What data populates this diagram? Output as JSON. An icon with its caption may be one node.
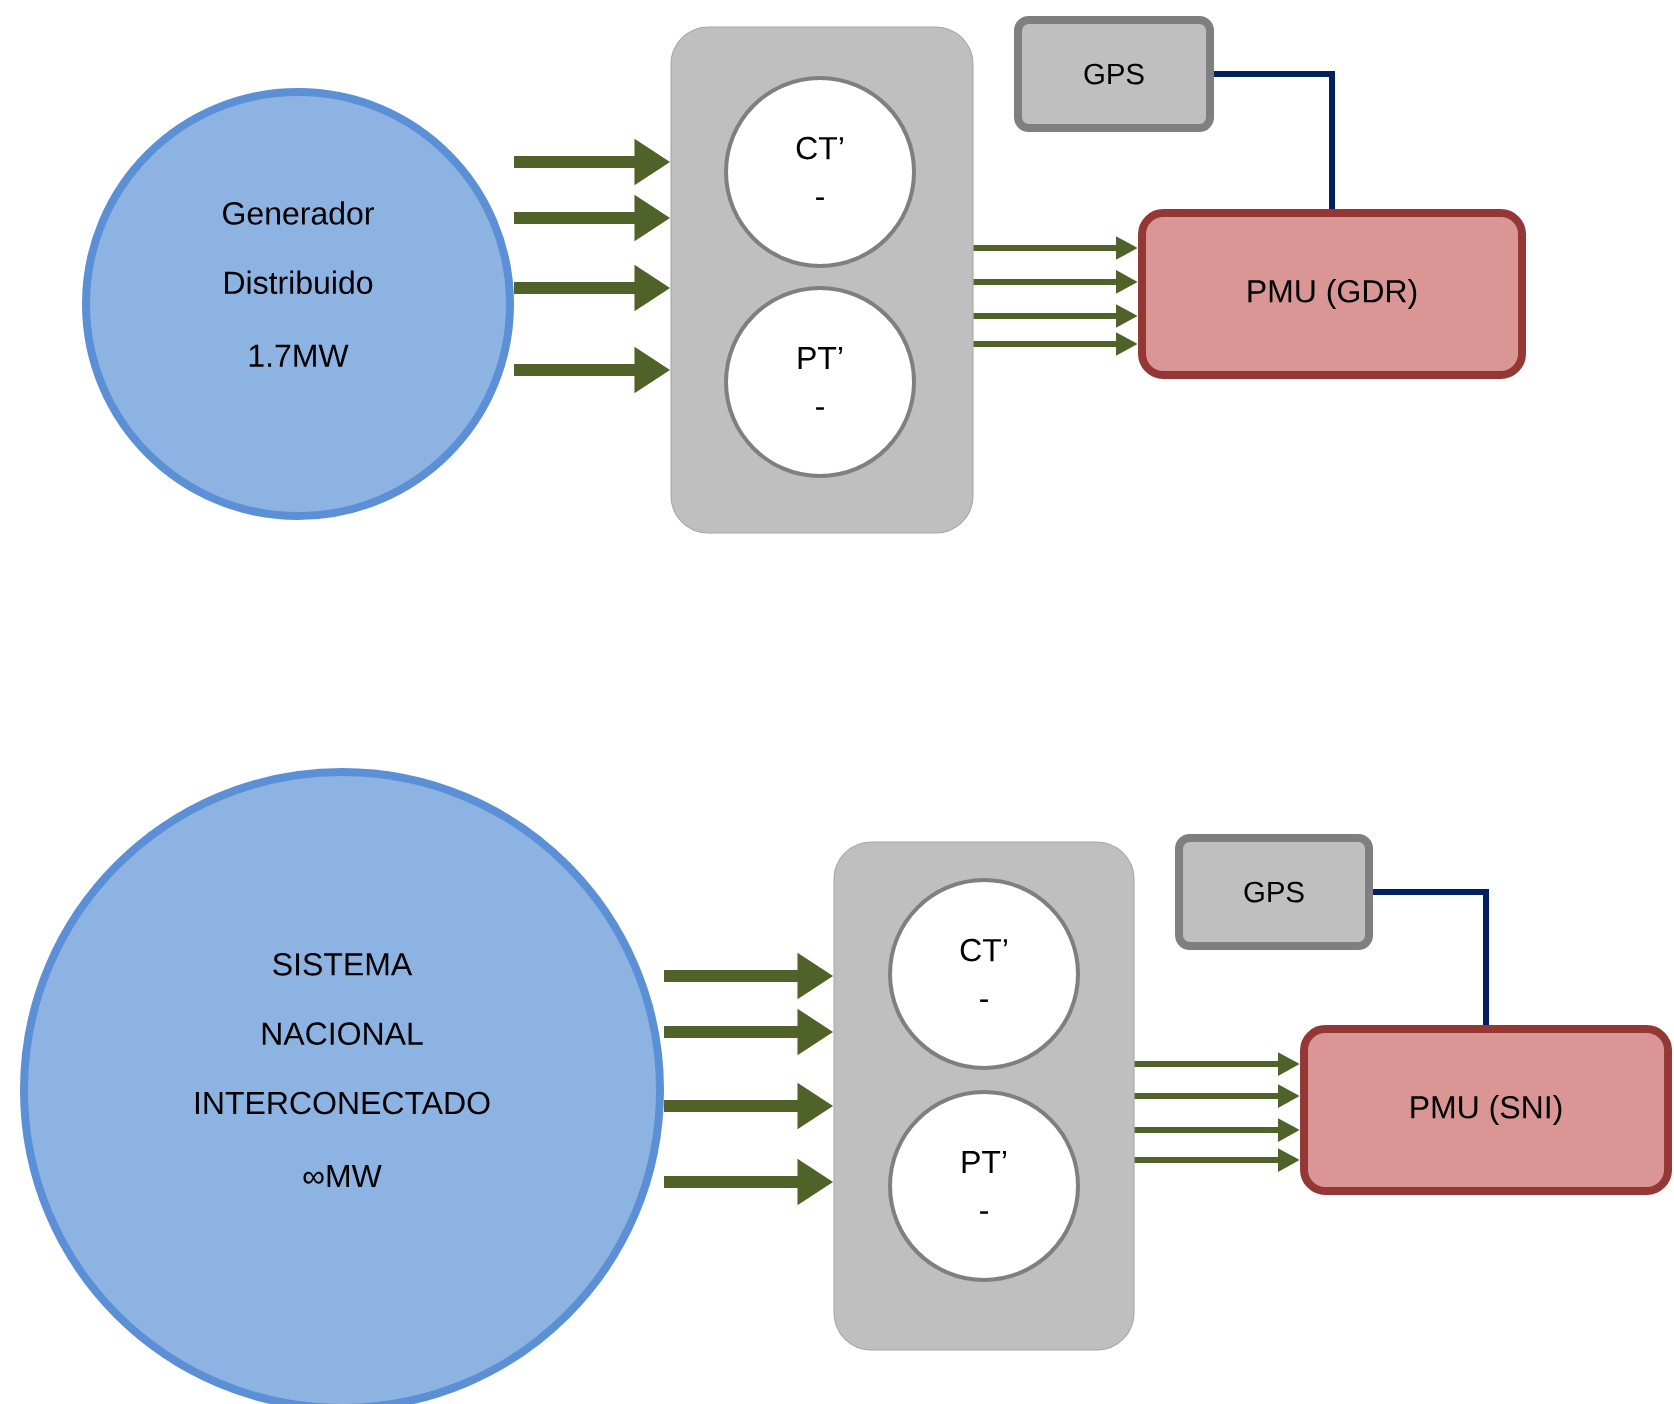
{
  "diagram": {
    "nodes": [
      {
        "text": [
          "Generador Distribuido",
          "1.7MW"
        ]
      },
      {
        "text": [],
        "shape": "box"
      },
      {
        "text": [
          "CT’",
          "-"
        ],
        "in": 1
      },
      {
        "text": [
          "PT’",
          "-"
        ],
        "in": 1
      },
      {
        "text": [
          "GPS"
        ]
      },
      {
        "text": [
          "PMU (GDR)"
        ]
      },
      {
        "text": [
          "SISTEMA NACIONAL INTERCONECTADO",
          "∞MW"
        ]
      },
      {
        "text": [],
        "shape": "box"
      },
      {
        "text": [
          "CT’",
          "-"
        ],
        "in": 7
      },
      {
        "text": [
          "PT’",
          "-"
        ],
        "in": 7
      },
      {
        "text": [
          "GPS"
        ]
      },
      {
        "text": [
          "PMU (SNI)"
        ]
      }
    ],
    "edges": [
      {
        "from": 0,
        "to": 1,
        "arrow": "to",
        "style": "thick"
      },
      {
        "from": 0,
        "to": 1,
        "arrow": "to",
        "style": "thick"
      },
      {
        "from": 0,
        "to": 1,
        "arrow": "to",
        "style": "thick"
      },
      {
        "from": 0,
        "to": 1,
        "arrow": "to",
        "style": "thick"
      },
      {
        "from": 1,
        "to": 5,
        "arrow": "to"
      },
      {
        "from": 1,
        "to": 5,
        "arrow": "to"
      },
      {
        "from": 1,
        "to": 5,
        "arrow": "to"
      },
      {
        "from": 1,
        "to": 5,
        "arrow": "to"
      },
      {
        "from": 4,
        "to": 5,
        "arrow": "none",
        "color": "#002060"
      },
      {
        "from": 6,
        "to": 7,
        "arrow": "to",
        "style": "thick"
      },
      {
        "from": 6,
        "to": 7,
        "arrow": "to",
        "style": "thick"
      },
      {
        "from": 6,
        "to": 7,
        "arrow": "to",
        "style": "thick"
      },
      {
        "from": 6,
        "to": 7,
        "arrow": "to",
        "style": "thick"
      },
      {
        "from": 7,
        "to": 11,
        "arrow": "to"
      },
      {
        "from": 7,
        "to": 11,
        "arrow": "to"
      },
      {
        "from": 7,
        "to": 11,
        "arrow": "to"
      },
      {
        "from": 7,
        "to": 11,
        "arrow": "to"
      },
      {
        "from": 10,
        "to": 11,
        "arrow": "none",
        "color": "#002060"
      }
    ]
  }
}
